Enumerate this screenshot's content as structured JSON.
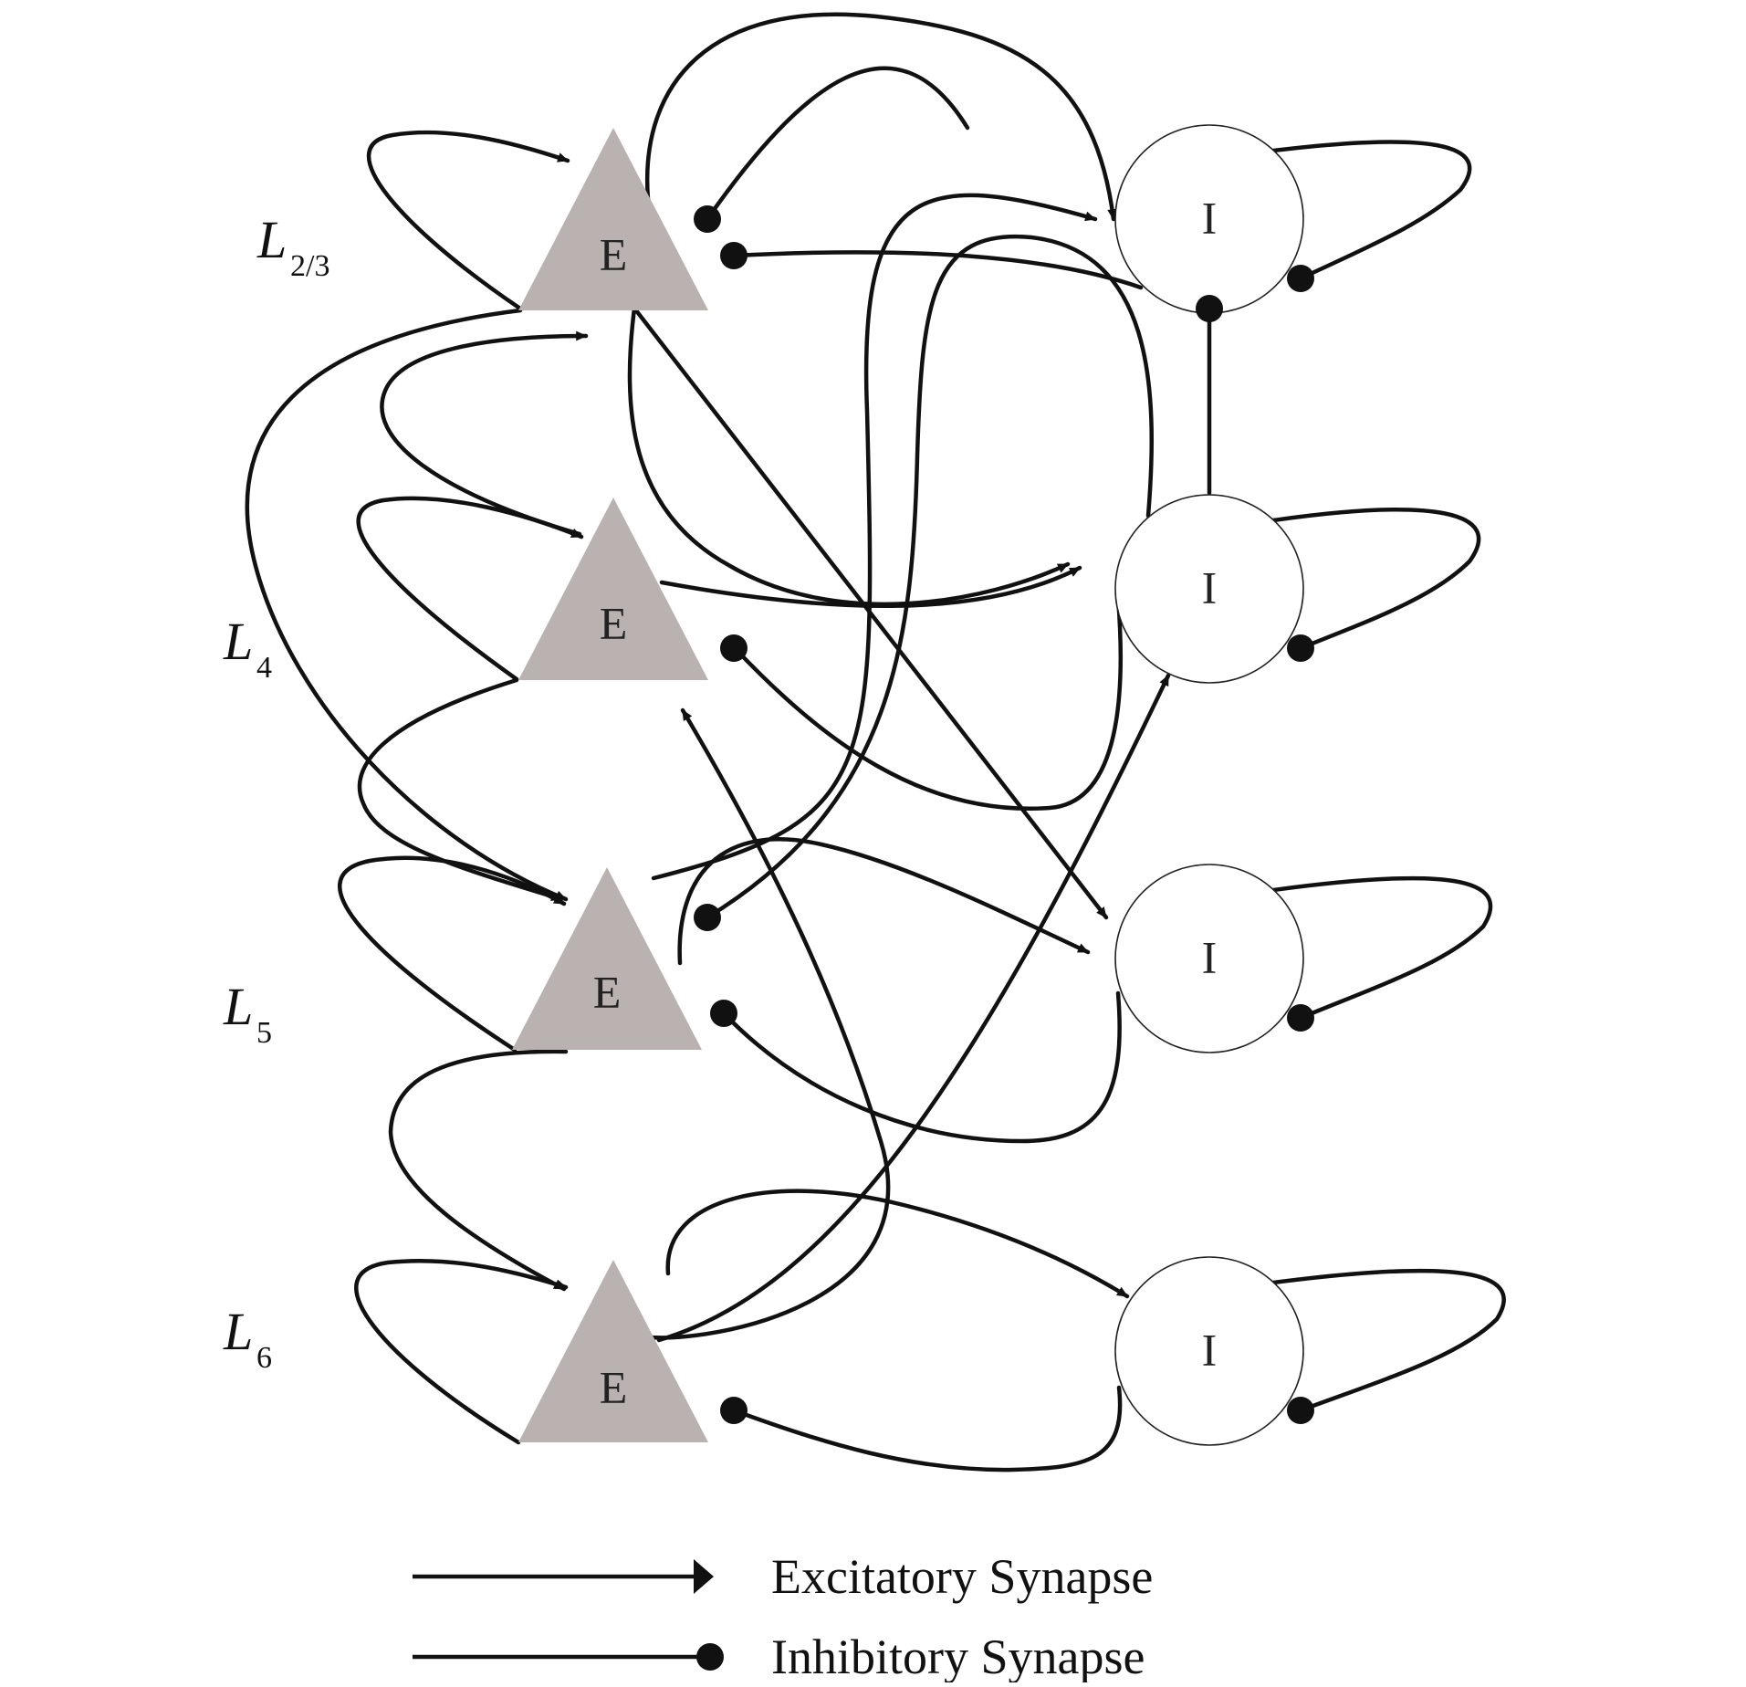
{
  "layers": [
    {
      "main": "L",
      "sub": "2/3"
    },
    {
      "main": "L",
      "sub": "4"
    },
    {
      "main": "L",
      "sub": "5"
    },
    {
      "main": "L",
      "sub": "6"
    }
  ],
  "nodes": {
    "excitatory_label": "E",
    "inhibitory_label": "I"
  },
  "legend": {
    "excitatory": "Excitatory Synapse",
    "inhibitory": "Inhibitory Synapse"
  },
  "colors": {
    "excitatory_fill": "#b9b2b1",
    "ink": "#111111"
  }
}
